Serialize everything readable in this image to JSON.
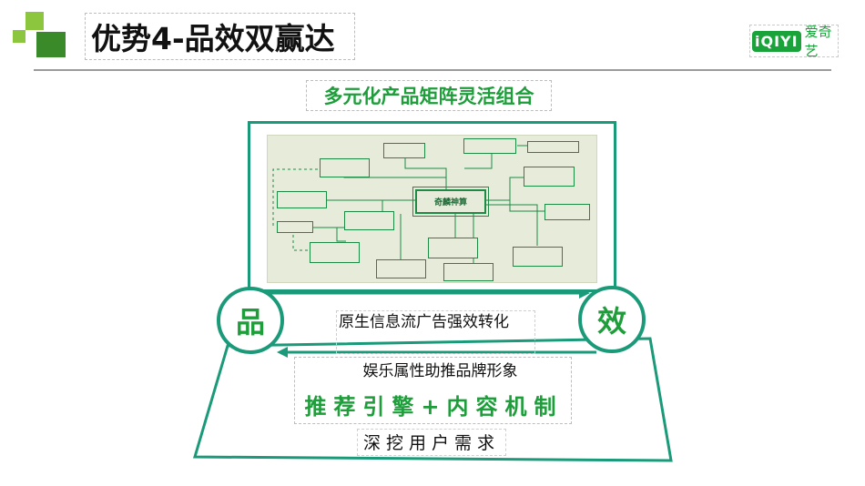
{
  "slide": {
    "title": "优势4-品效双赢达",
    "subtitle": "多元化产品矩阵灵活组合",
    "logo": {
      "mark": "iQIYI",
      "text": "爱奇艺"
    },
    "colors": {
      "accent_green": "#1e9e3a",
      "teal": "#1a9a78",
      "deco_dark": "#3a8a2a",
      "deco_light": "#8cc63f"
    }
  },
  "diagram": {
    "core": "奇麟神算",
    "nodes": [
      "",
      "",
      "",
      "",
      "",
      "",
      "",
      "",
      "",
      "",
      "",
      "",
      "",
      "",
      "",
      ""
    ]
  },
  "circles": {
    "left": "品",
    "right": "效"
  },
  "labels": {
    "top_arrow": "原生信息流广告强效转化",
    "bottom_arrow": "娱乐属性助推品牌形象",
    "engine": "推荐引擎+内容机制",
    "base": "深挖用户需求"
  }
}
